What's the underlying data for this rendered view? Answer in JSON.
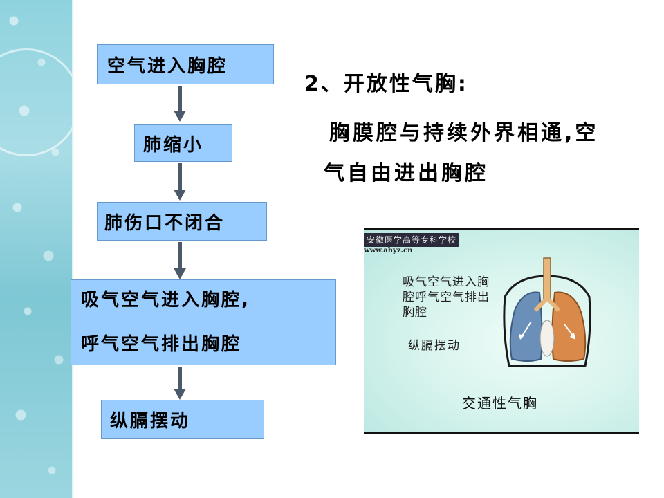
{
  "flowchart": {
    "steps": [
      "空气进入胸腔",
      "肺缩小",
      "肺伤口不闭合",
      "吸气空气进入胸腔,",
      "呼气空气排出胸腔",
      "纵膈摆动"
    ]
  },
  "content": {
    "heading": "2、开放性气胸:",
    "description": "胸膜腔与持续外界相通,空气自由进出胸腔"
  },
  "figure": {
    "watermark_school": "安徽医学高等专科学校",
    "watermark_url": "www.ahyz.cn",
    "annotation": "吸气空气进入胸腔呼气空气排出胸腔",
    "label": "纵膈摆动",
    "caption": "交通性气胸"
  },
  "colors": {
    "box_fill": "#99ccff",
    "arrow": "#4a5a6a",
    "lung_left": "#6a8fb8",
    "lung_right": "#d9894a"
  }
}
